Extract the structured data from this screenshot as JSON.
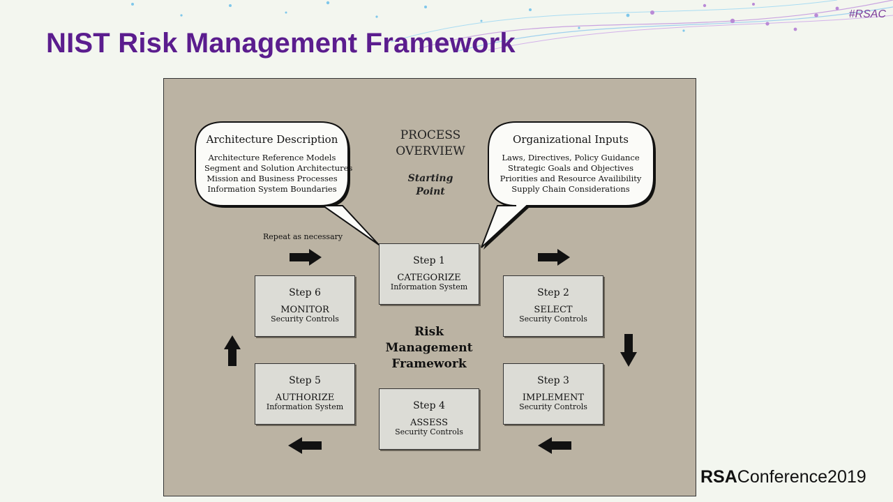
{
  "header": {
    "hashtag": "#RSAC",
    "title": "NIST Risk Management Framework"
  },
  "diagram": {
    "left_bubble": {
      "title": "Architecture Description",
      "lines": [
        "Architecture Reference Models",
        "Segment and Solution Architectures",
        "Mission and Business Processes",
        "Information System Boundaries"
      ]
    },
    "right_bubble": {
      "title": "Organizational Inputs",
      "lines": [
        "Laws, Directives, Policy Guidance",
        "Strategic Goals and Objectives",
        "Priorities and Resource Availibility",
        "Supply Chain Considerations"
      ]
    },
    "process_overview": [
      "PROCESS",
      "OVERVIEW"
    ],
    "starting_point": [
      "Starting",
      "Point"
    ],
    "repeat_label": "Repeat as necessary",
    "center_title": [
      "Risk",
      "Management",
      "Framework"
    ],
    "steps": [
      {
        "number": "Step 1",
        "name": "CATEGORIZE",
        "desc": "Information System"
      },
      {
        "number": "Step 2",
        "name": "SELECT",
        "desc": "Security Controls"
      },
      {
        "number": "Step 3",
        "name": "IMPLEMENT",
        "desc": "Security Controls"
      },
      {
        "number": "Step 4",
        "name": "ASSESS",
        "desc": "Security Controls"
      },
      {
        "number": "Step 5",
        "name": "AUTHORIZE",
        "desc": "Information System"
      },
      {
        "number": "Step 6",
        "name": "MONITOR",
        "desc": "Security Controls"
      }
    ],
    "arrow_icons": [
      "arrow-right-icon",
      "arrow-down-icon",
      "arrow-left-icon",
      "arrow-up-icon"
    ]
  },
  "footer": {
    "brand": "RSA",
    "conference": "Conference2019"
  },
  "colors": {
    "title": "#5b1d8e",
    "hashtag": "#7b3b9a",
    "diagram_bg": "#bbb3a3",
    "step_box": "#dcdcd6"
  }
}
